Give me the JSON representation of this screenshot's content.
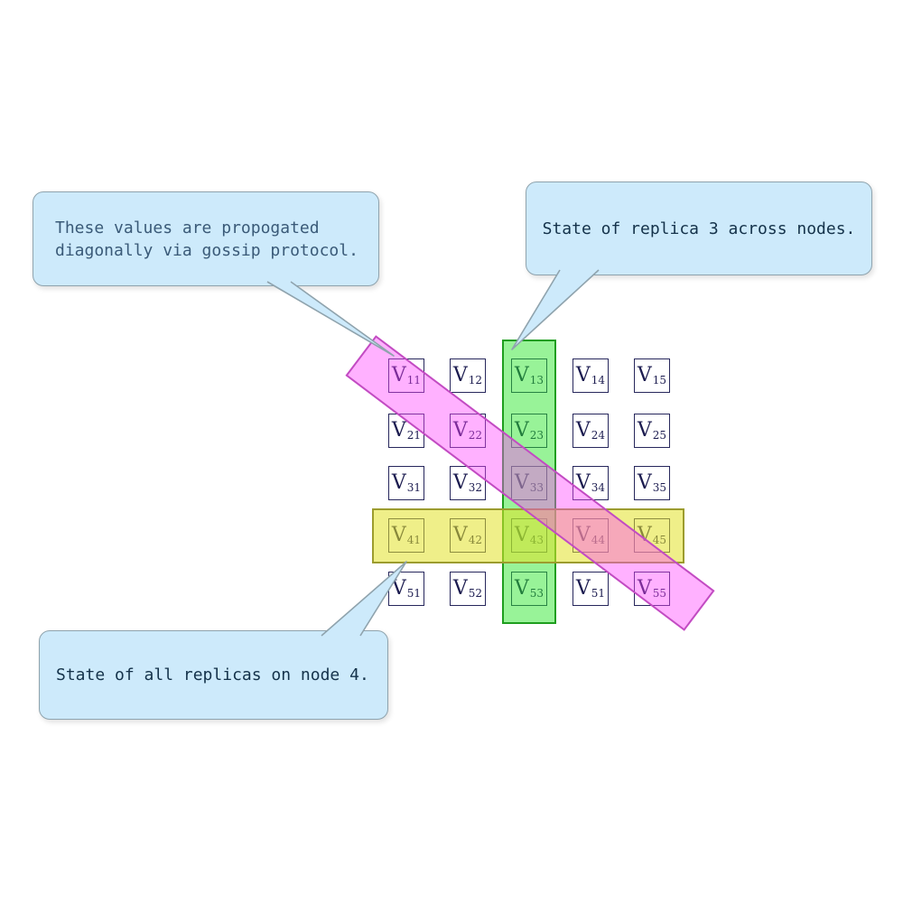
{
  "callouts": [
    {
      "id": "gossip",
      "lines": [
        "These values are propogated",
        "diagonally via gossip protocol."
      ]
    },
    {
      "id": "replica3",
      "text": "State of replica 3 across nodes."
    },
    {
      "id": "node4",
      "text": "State of all replicas on node 4."
    }
  ],
  "grid": {
    "symbol": "V",
    "cells": [
      [
        "11",
        "12",
        "13",
        "14",
        "15"
      ],
      [
        "21",
        "22",
        "23",
        "24",
        "25"
      ],
      [
        "31",
        "32",
        "33",
        "34",
        "35"
      ],
      [
        "41",
        "42",
        "43",
        "44",
        "45"
      ],
      [
        "51",
        "52",
        "53",
        "51",
        "55"
      ]
    ]
  },
  "highlights": {
    "replica3_column": "column 3 highlighted green",
    "node4_row": "row 4 highlighted yellow",
    "gossip_diagonal": "diagonal band highlighted magenta"
  },
  "colors": {
    "callout-fill": "#cdeafb",
    "callout-border": "#8fa3ad",
    "callout-text": "#3a5a78",
    "callout-text-dark": "#14324a",
    "grid-border": "#27275c",
    "grid-text": "#1c1c50",
    "green-fill": "rgba(40,230,40,0.48)",
    "green-border": "#1e9e1e",
    "yellow-fill": "rgba(225,225,40,0.55)",
    "yellow-border": "#9c9c2e",
    "magenta-fill": "rgba(255,70,255,0.42)",
    "magenta-border": "#c24cc2"
  }
}
